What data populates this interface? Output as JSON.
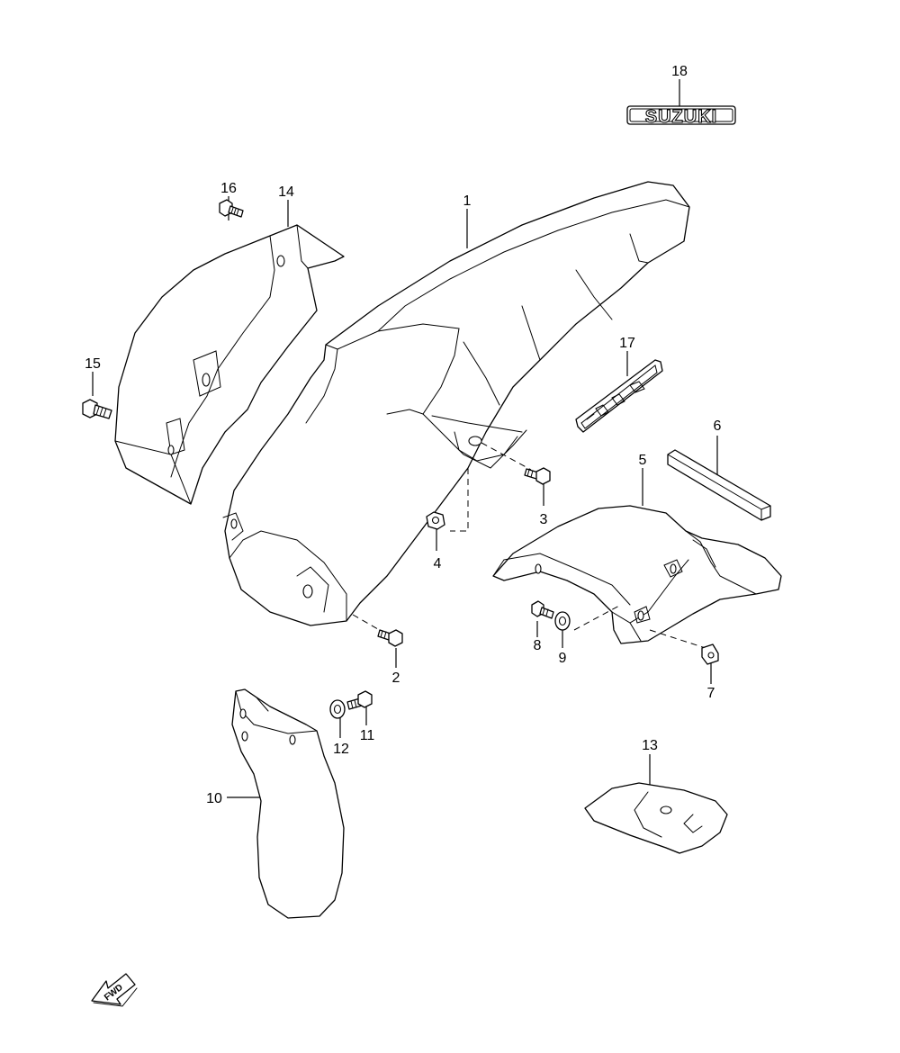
{
  "callouts": {
    "p1": "1",
    "p2": "2",
    "p3": "3",
    "p4": "4",
    "p5": "5",
    "p6": "6",
    "p7": "7",
    "p8": "8",
    "p9": "9",
    "p10": "10",
    "p11": "11",
    "p12": "12",
    "p13": "13",
    "p14": "14",
    "p15": "15",
    "p16": "16",
    "p17": "17",
    "p18": "18"
  },
  "emblem_text": "SUZUKI",
  "direction_label": "FWD"
}
